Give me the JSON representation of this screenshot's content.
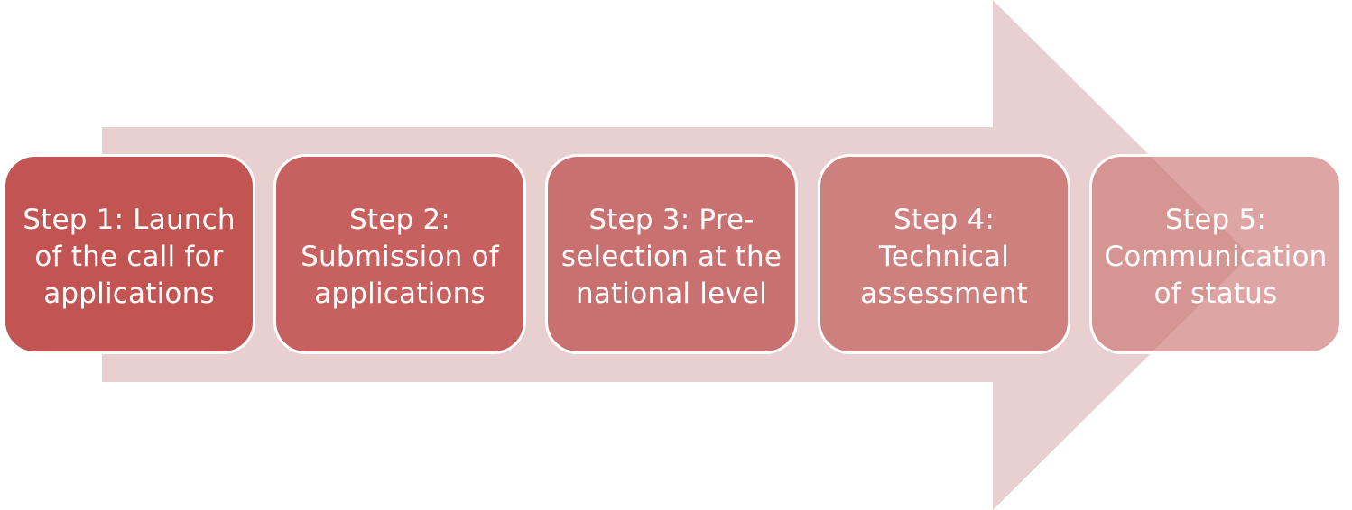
{
  "colors": {
    "arrow": "#e8cfd0",
    "step_fill": "#c0504d",
    "step_border": "#ffffff",
    "text": "#ffffff"
  },
  "steps": [
    {
      "label": "Step 1: Launch of the call for applications"
    },
    {
      "label": "Step 2: Submission of applications"
    },
    {
      "label": "Step 3: Pre-selection at the national level"
    },
    {
      "label": "Step 4: Technical assessment"
    },
    {
      "label": "Step 5: Communication of status"
    }
  ]
}
